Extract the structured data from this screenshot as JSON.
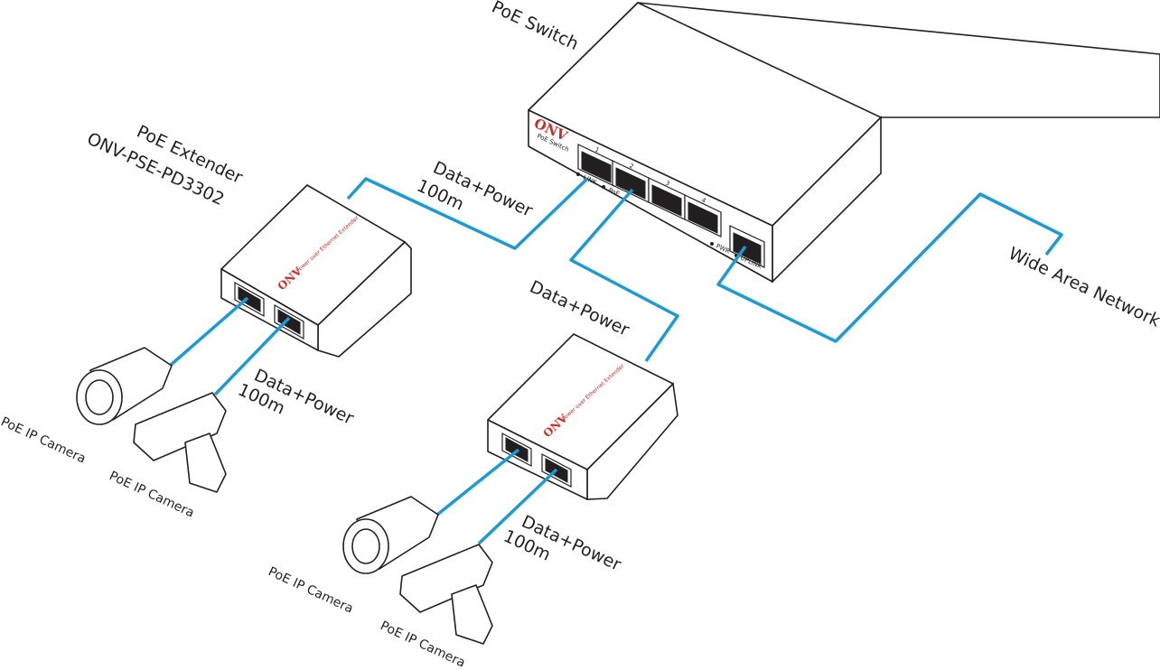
{
  "colors": {
    "cable": "#1a9ad6",
    "brand": "#d7261e",
    "line": "#231f20"
  },
  "switch": {
    "title": "PoE Switch",
    "brand": "ONV",
    "model_label": "PoE Switch",
    "ports": [
      "1",
      "2",
      "3",
      "4"
    ],
    "leds": [
      "LINK",
      "PoE",
      "PWR",
      "UPLINK"
    ]
  },
  "extender": {
    "title": "PoE Extender",
    "model": "ONV-PSE-PD3302",
    "brand": "ONV",
    "face_text": "Power over Ethernet Extender"
  },
  "links": {
    "data_power": "Data+Power",
    "distance": "100m",
    "wan": "Wide Area Network"
  },
  "camera_label": "PoE IP Camera"
}
